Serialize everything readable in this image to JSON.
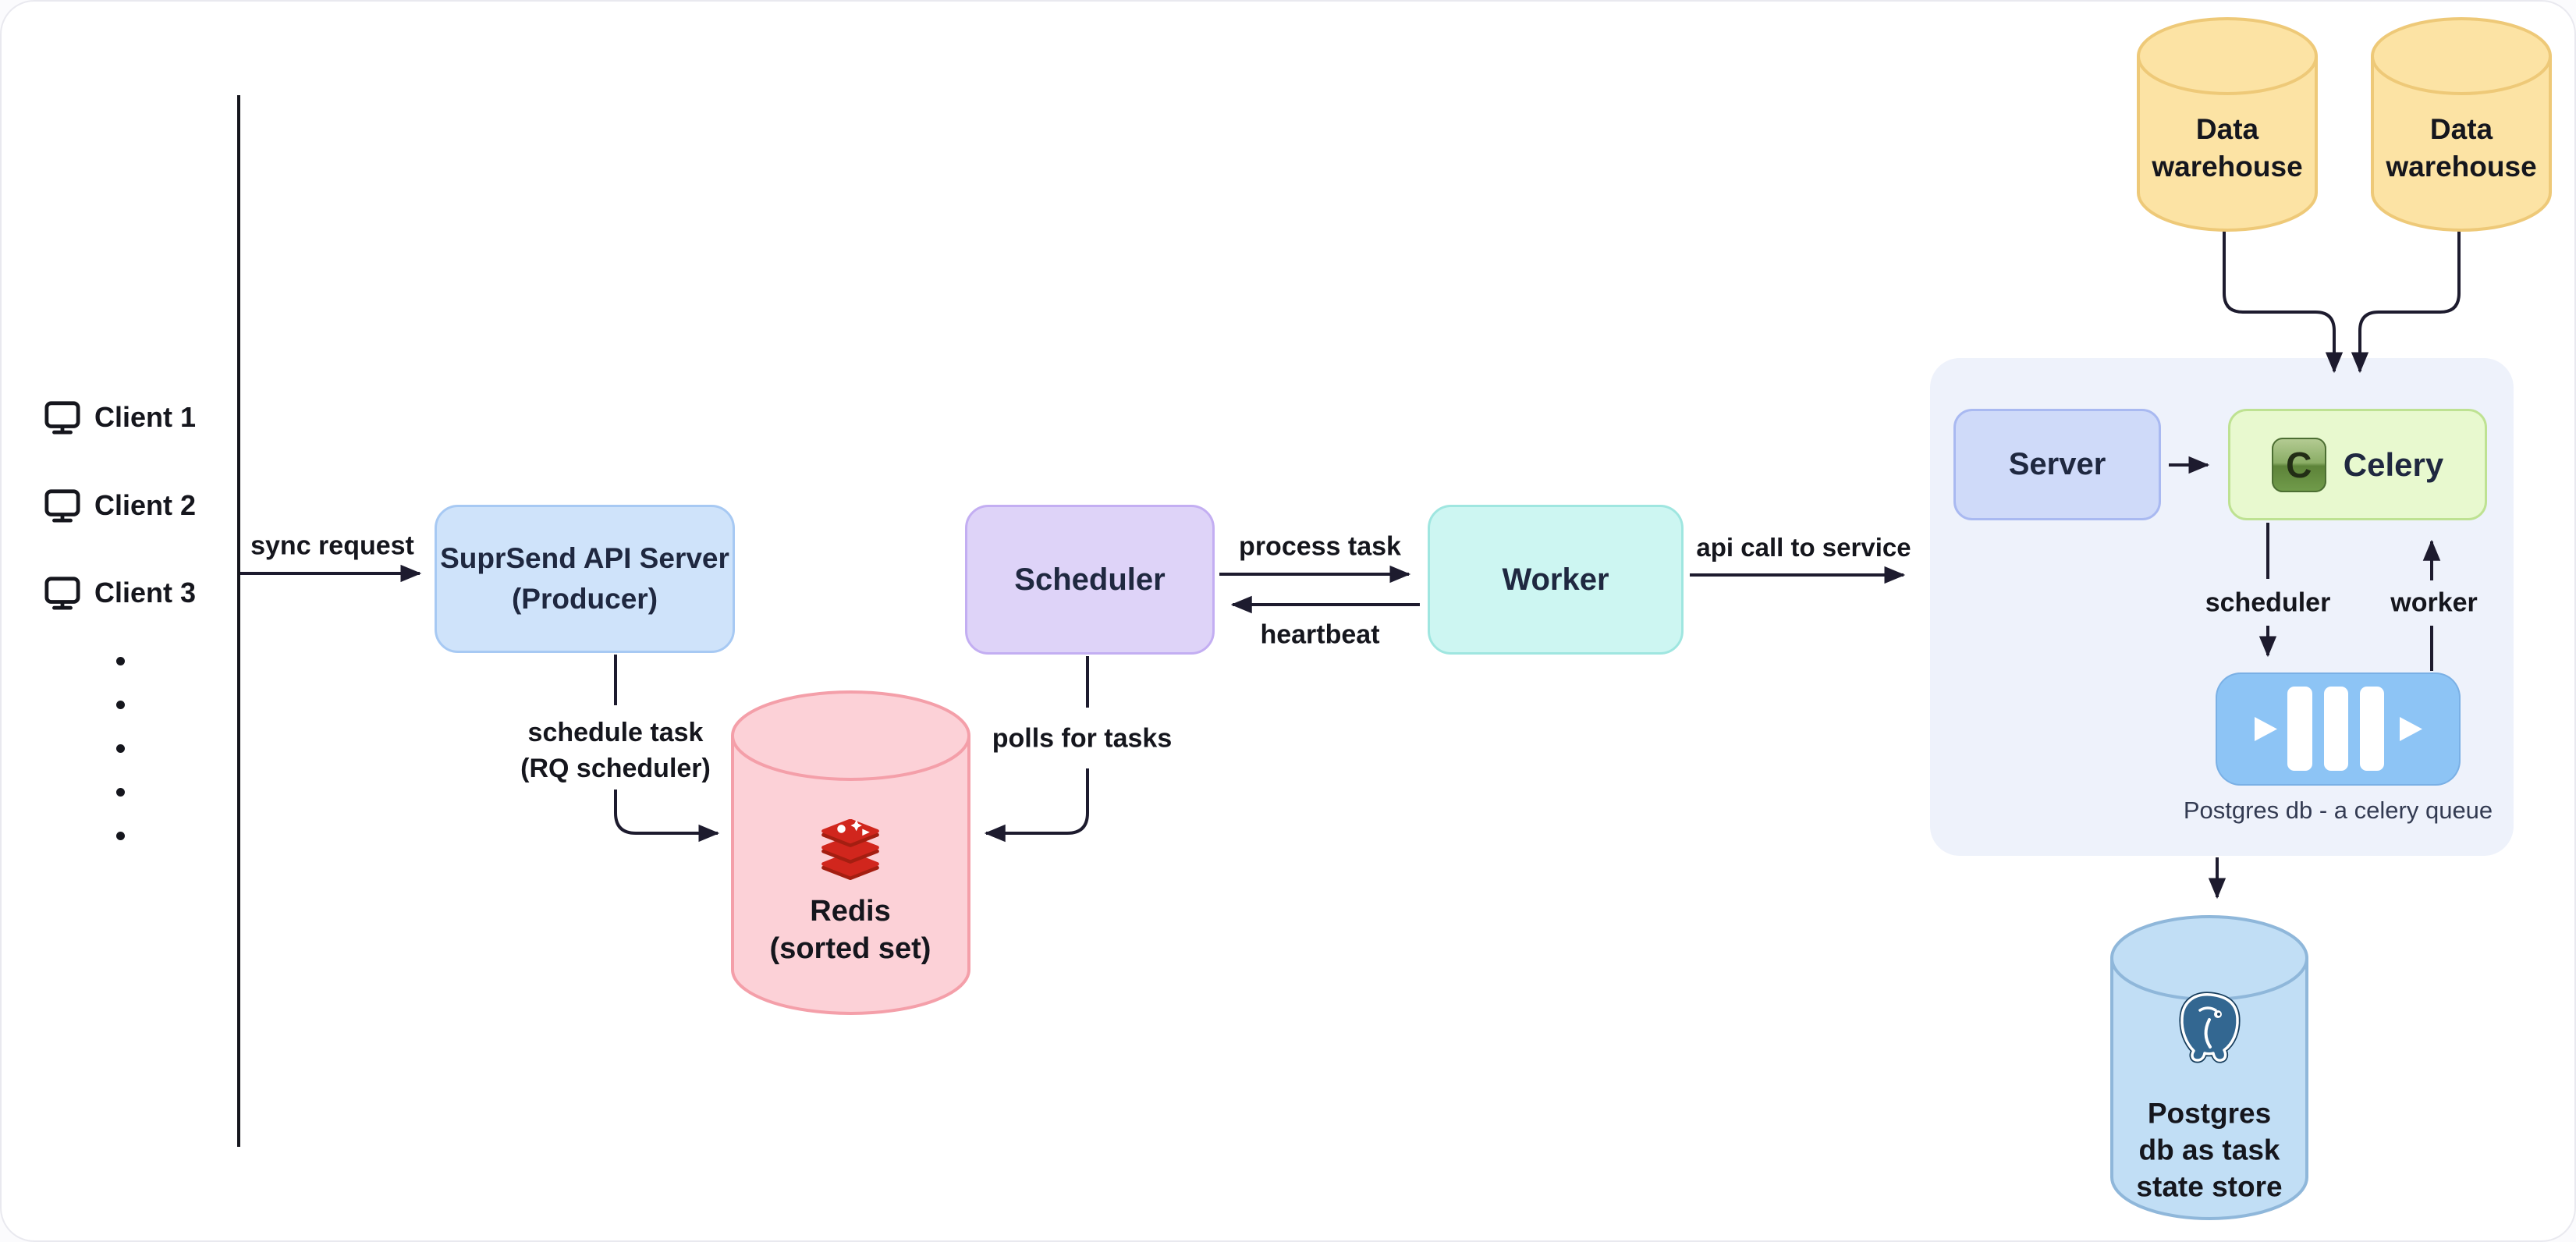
{
  "colors": {
    "arrow": "#1d1b2e",
    "text": "#15161d",
    "box_text": "#1f2840",
    "producer_fill": "#cfe3fa",
    "producer_border": "#a7c9f3",
    "scheduler_fill": "#ded3f8",
    "scheduler_border": "#c3aef2",
    "worker_fill": "#cdf6f2",
    "worker_border": "#9fe6e0",
    "redis_fill": "#fcd1d7",
    "redis_border": "#f49fa9",
    "redis_logo_red": "#d1261d",
    "panel_fill": "#eef2fb",
    "server_fill": "#cfdaf9",
    "server_border": "#a9b9f1",
    "celery_fill": "#e8f9cf",
    "celery_border": "#bee292",
    "queue_fill": "#8dc4f5",
    "warehouse_fill": "#fce3a4",
    "warehouse_border": "#eec978",
    "postgres_fill": "#c1def5",
    "postgres_border": "#8fb7da",
    "postgres_logo_blue": "#336791"
  },
  "clients": {
    "items": [
      {
        "label": "Client 1"
      },
      {
        "label": "Client 2"
      },
      {
        "label": "Client 3"
      }
    ]
  },
  "labels": {
    "sync_request": "sync request",
    "schedule_task_line1": "schedule task",
    "schedule_task_line2": "(RQ scheduler)",
    "polls_for_tasks": "polls for tasks",
    "process_task": "process task",
    "heartbeat": "heartbeat",
    "api_call": "api call to service"
  },
  "nodes": {
    "producer_line1": "SuprSend API Server",
    "producer_line2": "(Producer)",
    "scheduler": "Scheduler",
    "worker": "Worker",
    "redis_line1": "Redis",
    "redis_line2": "(sorted set)"
  },
  "panel": {
    "server": "Server",
    "celery": "Celery",
    "celery_icon_letter": "C",
    "scheduler_label": "scheduler",
    "worker_label": "worker",
    "queue_caption": "Postgres db - a celery queue"
  },
  "warehouses": {
    "left_line1": "Data",
    "left_line2": "warehouse",
    "right_line1": "Data",
    "right_line2": "warehouse"
  },
  "postgres_store": {
    "line1": "Postgres",
    "line2": "db as task",
    "line3": "state store"
  }
}
